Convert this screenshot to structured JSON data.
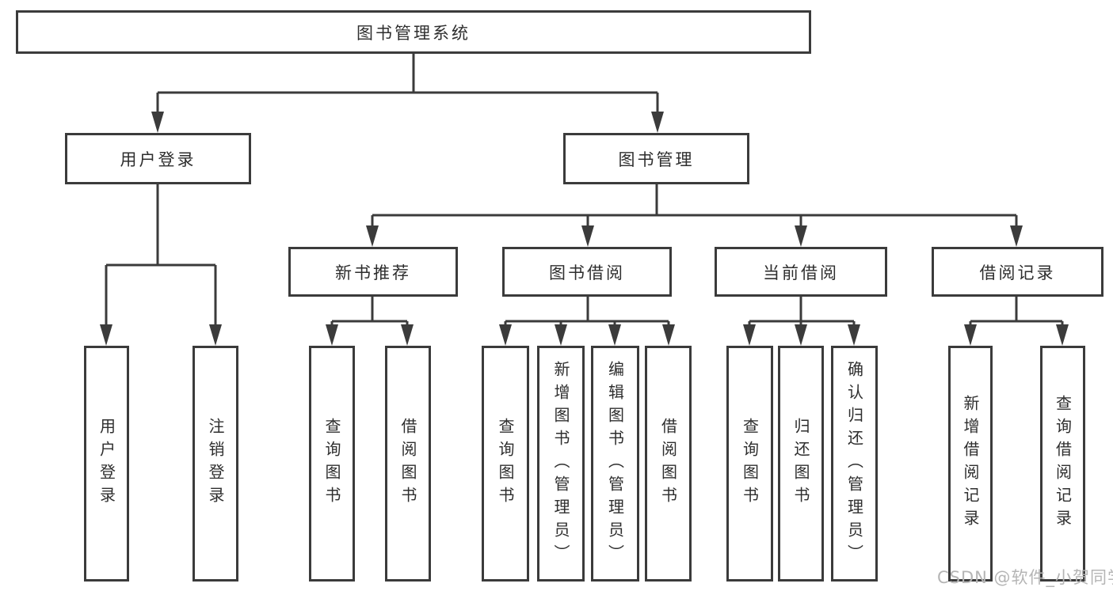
{
  "tree": {
    "label": "图书管理系统",
    "children": [
      {
        "label": "用户登录",
        "children": [
          {
            "label": "用户登录"
          },
          {
            "label": "注销登录"
          }
        ]
      },
      {
        "label": "图书管理",
        "children": [
          {
            "label": "新书推荐",
            "children": [
              {
                "label": "查询图书"
              },
              {
                "label": "借阅图书"
              }
            ]
          },
          {
            "label": "图书借阅",
            "children": [
              {
                "label": "查询图书"
              },
              {
                "label": "新增图书（管理员）"
              },
              {
                "label": "编辑图书（管理员）"
              },
              {
                "label": "借阅图书"
              }
            ]
          },
          {
            "label": "当前借阅",
            "children": [
              {
                "label": "查询图书"
              },
              {
                "label": "归还图书"
              },
              {
                "label": "确认归还（管理员）"
              }
            ]
          },
          {
            "label": "借阅记录",
            "children": [
              {
                "label": "新增借阅记录"
              },
              {
                "label": "查询借阅记录"
              }
            ]
          }
        ]
      }
    ]
  },
  "watermark": "CSDN @软件_小贺同学",
  "colors": {
    "line": "#3b3b3b",
    "text": "#2e2e2e",
    "watermark": "#b5b5b5",
    "background": "#ffffff"
  }
}
